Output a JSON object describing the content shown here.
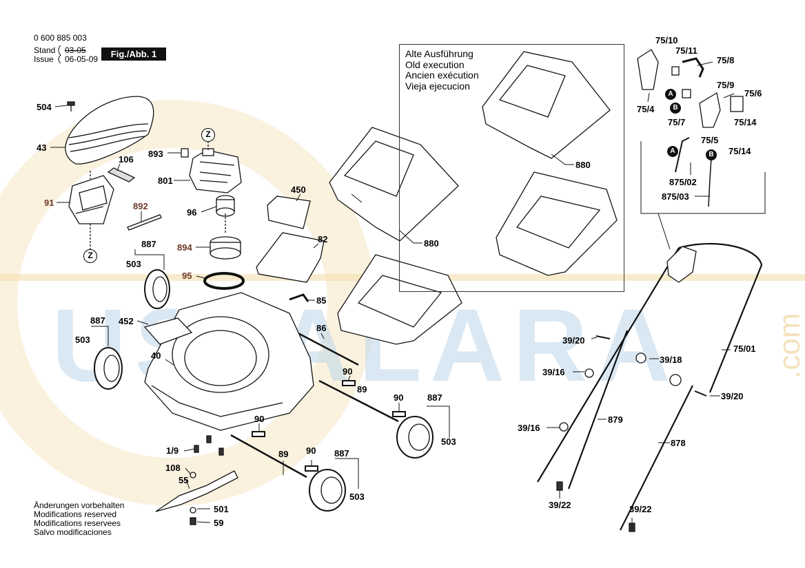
{
  "header": {
    "doc_number": "0 600 885 003",
    "stand_label": "Stand",
    "stand_value": "03-05",
    "issue_label": "Issue",
    "issue_value": "06-05-09",
    "fig_label": "Fig./Abb. 1"
  },
  "old_version_box": {
    "lines": [
      "Alte Ausführung",
      "Old execution",
      "Ancien exécution",
      "Vieja ejecucion"
    ]
  },
  "footer_notes": [
    "Änderungen vorbehalten",
    "Modifications reserved",
    "Modifications reservees",
    "Salvo modificaciones"
  ],
  "watermark": {
    "text": "USTALARA",
    "suffix": ".com"
  },
  "callouts": {
    "p504": "504",
    "p43": "43",
    "p106": "106",
    "p91": "91",
    "p892": "892",
    "p887a": "887",
    "p503a": "503",
    "p887b": "887",
    "p503b": "503",
    "p452": "452",
    "p40": "40",
    "p893": "893",
    "p801": "801",
    "p96": "96",
    "p894": "894",
    "p95": "95",
    "p450": "450",
    "p82": "82",
    "p85": "85",
    "p86": "86",
    "p90a": "90",
    "p89a": "89",
    "p90b": "90",
    "p887c": "887",
    "p503c": "503",
    "p90c": "90",
    "p19": "1/9",
    "p108": "108",
    "p55": "55",
    "p501": "501",
    "p59": "59",
    "p89b": "89",
    "p90d": "90",
    "p887d": "887",
    "p503d": "503",
    "p880a": "880",
    "p880b": "880",
    "p7510": "75/10",
    "p7511": "75/11",
    "p758": "75/8",
    "p759": "75/9",
    "p756": "75/6",
    "p754": "75/4",
    "p757": "75/7",
    "p7514a": "75/14",
    "p755": "75/5",
    "p7514b": "75/14",
    "p87502": "875/02",
    "p87503": "875/03",
    "p3920a": "39/20",
    "p3918": "39/18",
    "p7501": "75/01",
    "p3916a": "39/16",
    "p3920b": "39/20",
    "p3916b": "39/16",
    "p879": "879",
    "p878": "878",
    "p3922a": "39/22",
    "p3922b": "39/22"
  },
  "markers": {
    "z": "Z",
    "a": "A",
    "b": "B"
  }
}
